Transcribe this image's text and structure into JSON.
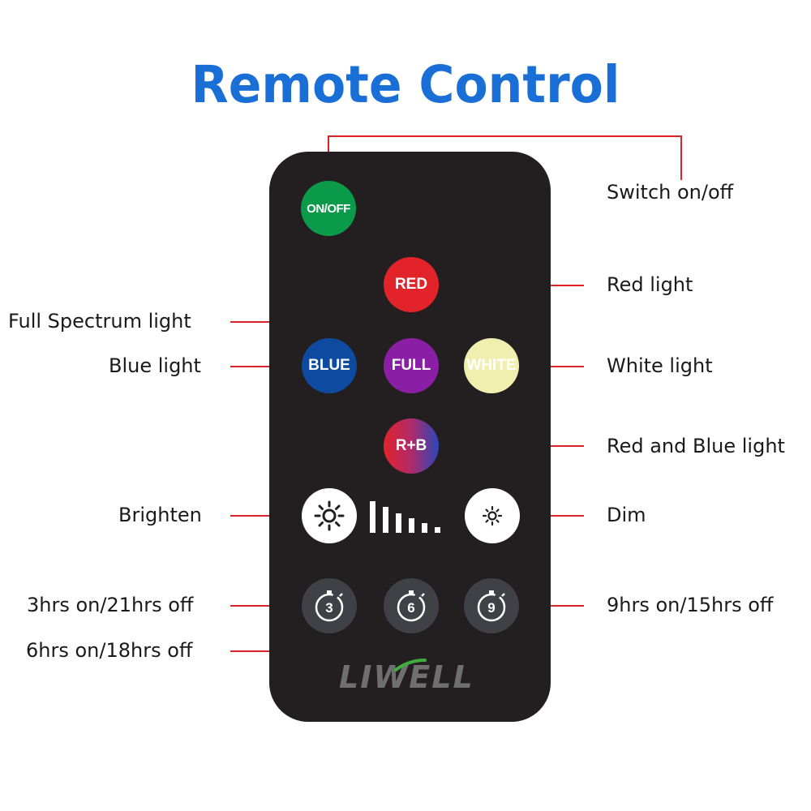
{
  "title": "Remote Control",
  "brand": "LIWELL",
  "buttons": {
    "onoff": {
      "label": "ON/OFF",
      "color": "#0a9a4a"
    },
    "red": {
      "label": "RED",
      "color": "#e2232a"
    },
    "blue": {
      "label": "BLUE",
      "color": "#0d4aa0"
    },
    "full": {
      "label": "FULL",
      "color": "#8a1fa6"
    },
    "white": {
      "label": "WHITE",
      "color": "#f1efb0"
    },
    "rb": {
      "label": "R+B",
      "gradient": [
        "#e2232a",
        "#2b47b8"
      ]
    },
    "brighten": {
      "icon": "sun-large-icon"
    },
    "dim": {
      "icon": "sun-small-icon"
    },
    "timer3": {
      "label": "3",
      "icon": "stopwatch-icon"
    },
    "timer6": {
      "label": "6",
      "icon": "stopwatch-icon"
    },
    "timer9": {
      "label": "9",
      "icon": "stopwatch-icon"
    }
  },
  "labels": {
    "switch": "Switch on/off",
    "red": "Red light",
    "full": "Full Spectrum light",
    "blue": "Blue light",
    "white": "White light",
    "rb": "Red and Blue light",
    "brighten": "Brighten",
    "dim": "Dim",
    "t3": "3hrs on/21hrs off",
    "t6": "6hrs on/18hrs off",
    "t9": "9hrs on/15hrs off"
  },
  "colors": {
    "title": "#1a6fd6",
    "callout_line": "#d8232a",
    "remote_body": "#231f20",
    "timer_button": "#3f4146"
  }
}
